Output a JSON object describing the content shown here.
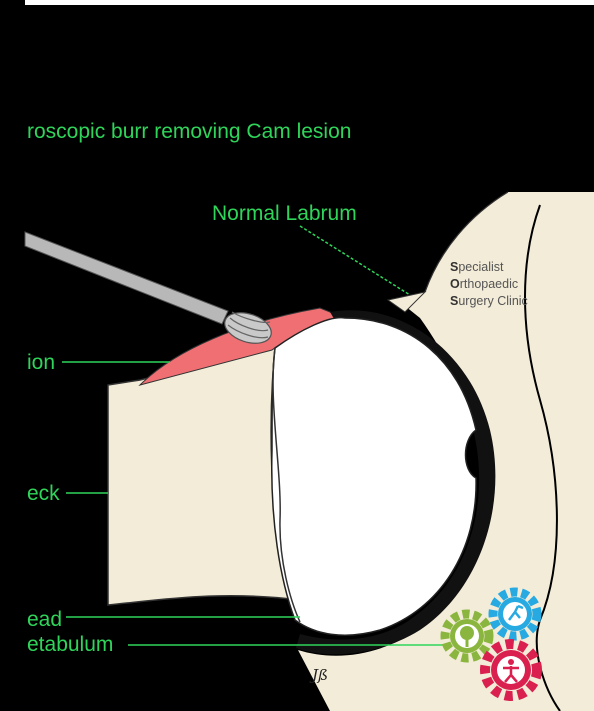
{
  "title": "roscopic burr removing Cam lesion",
  "labels": {
    "labrum": "Normal Labrum",
    "lesion": "ion",
    "neck": "eck",
    "head": "ead",
    "acetabulum": "etabulum"
  },
  "logo": {
    "line1_cap": "S",
    "line1_rest": "pecialist",
    "line2_cap": "O",
    "line2_rest": "rthopaedic",
    "line3_cap": "S",
    "line3_rest": "urgery Clinic"
  },
  "signature": "Jß",
  "colors": {
    "background": "#000000",
    "bone": "#f3ecd8",
    "lesion": "#f06f73",
    "label_green": "#2fd55a",
    "gear_blue": "#27a9e1",
    "gear_green": "#8ab63f",
    "gear_red": "#d9204f"
  },
  "icons": [
    "burr-icon",
    "tree-gear-icon",
    "runner-gear-icon",
    "person-gear-icon"
  ]
}
